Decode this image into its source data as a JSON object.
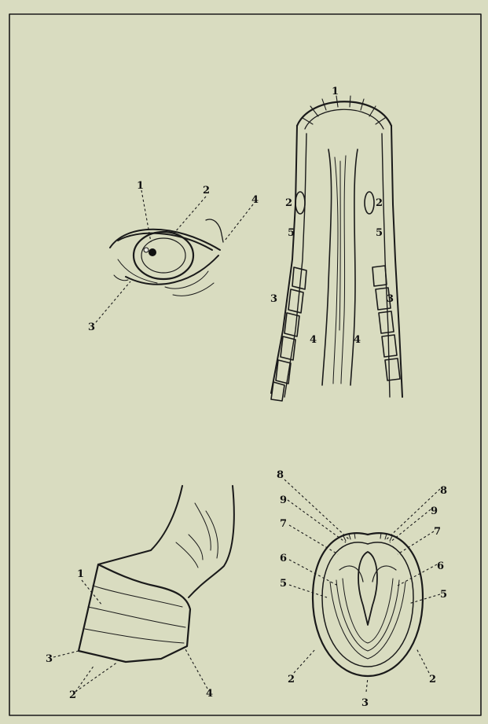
{
  "eye": {
    "labels": [
      "1",
      "2",
      "3",
      "4"
    ]
  },
  "jaw": {
    "labels": [
      "1",
      "2",
      "2",
      "5",
      "5",
      "3",
      "3",
      "4",
      "4"
    ]
  },
  "hoof_side": {
    "labels": [
      "1",
      "3",
      "2",
      "4"
    ]
  },
  "hoof_sole": {
    "labels": [
      "8",
      "8",
      "9",
      "9",
      "7",
      "7",
      "6",
      "6",
      "5",
      "5",
      "2",
      "2",
      "3"
    ]
  },
  "colors": {
    "paper": "#d9dcc0",
    "ink": "#1a1a1a"
  }
}
